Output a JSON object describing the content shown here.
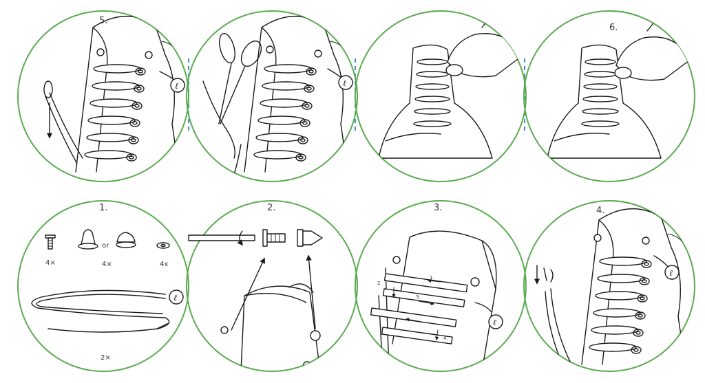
{
  "steps": {
    "s1": {
      "label": "1.",
      "qty_screw": "4×",
      "or": "or",
      "qty_stud": "4×",
      "qty_washer": "4x",
      "qty_lace": "2×"
    },
    "s2": {
      "label": "2."
    },
    "s3": {
      "label": "3.",
      "n1": "1.",
      "n2": "2.",
      "n3": "3.",
      "n4": "4."
    },
    "s4": {
      "label": "4."
    },
    "s5": {
      "label": "5."
    },
    "s6": {
      "label": "6."
    }
  },
  "colors": {
    "ring": "#5aab4f",
    "divider": "#3b8fd0",
    "ink": "#1a1a1a"
  },
  "icons": [
    "scissors-icon",
    "lace-tag-icon",
    "screw-icon",
    "stud-icon",
    "washer-icon",
    "arrow-icon",
    "hand-icon",
    "shoe-icon"
  ]
}
